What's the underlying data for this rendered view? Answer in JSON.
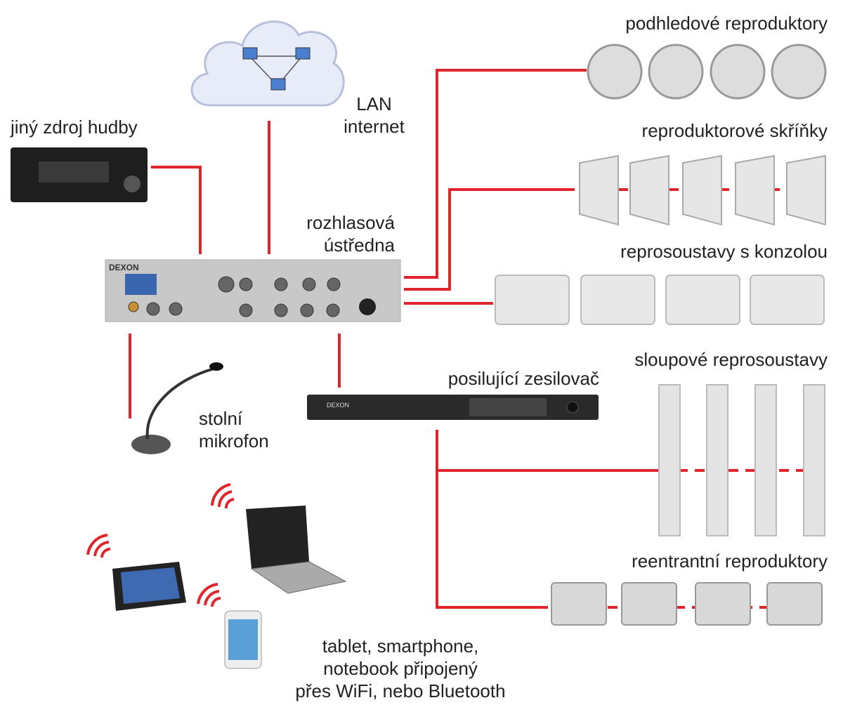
{
  "labels": {
    "ceiling_speakers": "podhledové reproduktory",
    "cabinet_speakers": "reproduktorové skříňky",
    "bracket_speakers": "reprosoustavy s konzolou",
    "column_speakers": "sloupové reprosoustavy",
    "horn_speakers": "reentrantní reproduktory",
    "other_source": "jiný zdroj hudby",
    "lan_line1": "LAN",
    "lan_line2": "internet",
    "central_line1": "rozhlasová",
    "central_line2": "ústředna",
    "booster": "posilující zesilovač",
    "mic_line1": "stolní",
    "mic_line2": "mikrofon",
    "wireless_line1": "tablet, smartphone,",
    "wireless_line2": "notebook připojený",
    "wireless_line3": "přes WiFi, nebo Bluetooth"
  },
  "devices": {
    "main_amp_brand": "DEXON",
    "booster_brand": "DEXON"
  },
  "colors": {
    "connection": "#e0262d",
    "panel": "#c8c8c8",
    "rack": "#2a2a2a"
  }
}
